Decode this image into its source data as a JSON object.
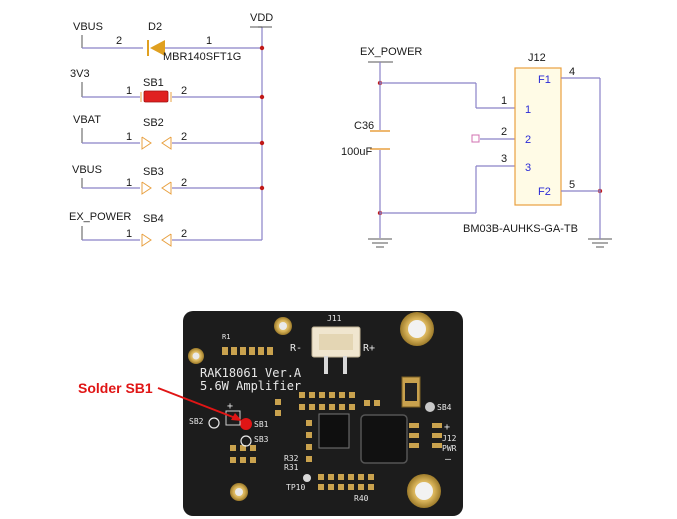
{
  "schematic_left": {
    "nets": {
      "vdd": "VDD",
      "vbus_top": "VBUS",
      "v3v3": "3V3",
      "vbat": "VBAT",
      "vbus_2": "VBUS",
      "ex_power": "EX_POWER"
    },
    "d2": {
      "ref": "D2",
      "part": "MBR140SFT1G",
      "pin_a": "2",
      "pin_k": "1"
    },
    "jumpers": [
      {
        "ref": "SB1",
        "pin1": "1",
        "pin2": "2"
      },
      {
        "ref": "SB2",
        "pin1": "1",
        "pin2": "2"
      },
      {
        "ref": "SB3",
        "pin1": "1",
        "pin2": "2"
      },
      {
        "ref": "SB4",
        "pin1": "1",
        "pin2": "2"
      }
    ]
  },
  "schematic_right": {
    "net": "EX_POWER",
    "cap_ref": "C36",
    "cap_value": "100uF",
    "conn_ref": "J12",
    "conn_part": "BM03B-AUHKS-GA-TB",
    "conn_pins": [
      "F1",
      "1",
      "2",
      "3",
      "F2"
    ],
    "wire_pins": [
      "1",
      "2",
      "3",
      "4",
      "5"
    ]
  },
  "board": {
    "title": "RAK18061 Ver.A",
    "subtitle": "5.6W Amplifier",
    "j11": "J11",
    "r_minus": "R-",
    "r_plus": "R+",
    "r1": "R1",
    "sb1": "SB1",
    "sb2": "SB2",
    "sb3": "SB3",
    "sb4": "SB4",
    "j12": "J12",
    "pwr": "PWR",
    "r32": "R32",
    "r31": "R31",
    "tp10": "TP10",
    "r40": "R40",
    "plus": "+",
    "plus2": "+",
    "minus": "–"
  },
  "annotation": {
    "label": "Solder SB1",
    "color": "#e01515"
  },
  "colors": {
    "wire": "#8a82c8",
    "junction": "#c01818",
    "diode": "#e0a020",
    "sb1_fill": "#e02020",
    "jumper": "#e8a040",
    "pcb": "#1c1c1c"
  }
}
